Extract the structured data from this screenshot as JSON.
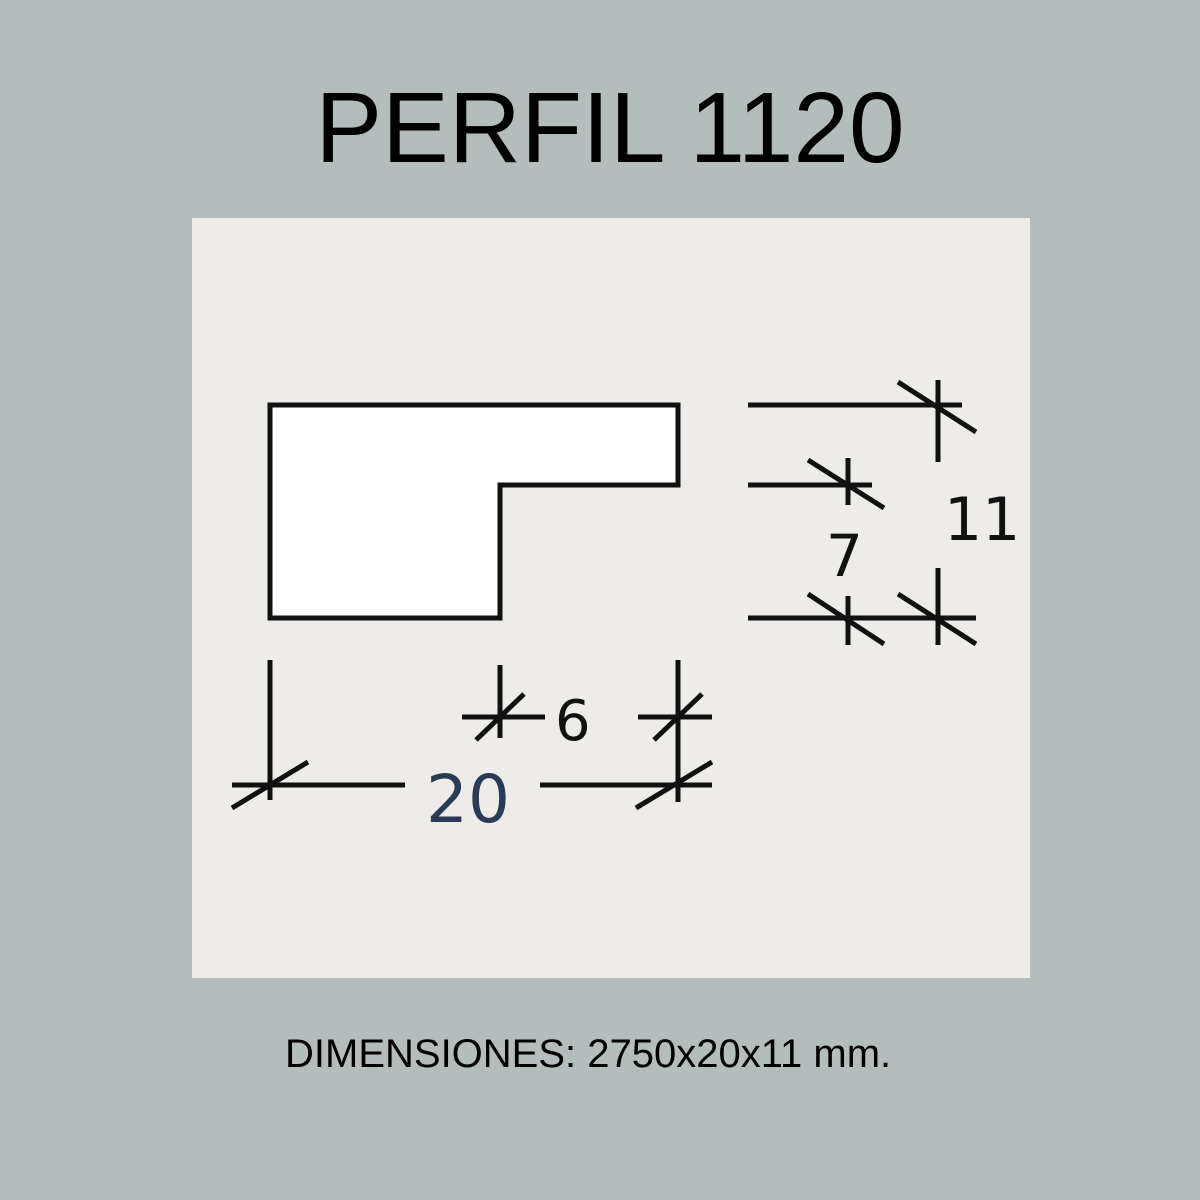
{
  "title": "PERFIL 1120",
  "drawing": {
    "width_label": "20",
    "lip_width_label": "6",
    "height_label": "11",
    "lip_height_label": "7",
    "width_label_color": "#2b3a55"
  },
  "dimensions_text": "DIMENSIONES: 2750x20x11 mm."
}
